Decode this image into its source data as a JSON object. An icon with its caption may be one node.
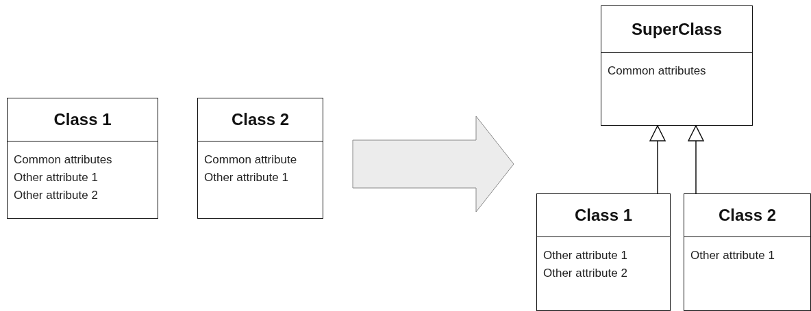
{
  "diagram": {
    "nodes": [
      {
        "text": [
          "Class 1",
          "Common attributes",
          "Other attribute 1",
          "Other attribute 2"
        ]
      },
      {
        "text": [
          "Class 2",
          "Common attribute",
          "Other attribute 1"
        ]
      },
      {
        "text": [
          "SuperClass",
          "Common attributes"
        ]
      },
      {
        "text": [
          "Class 1",
          "Other attribute 1",
          "Other attribute 2"
        ]
      },
      {
        "text": [
          "Class 2",
          "Other attribute 1"
        ]
      }
    ],
    "edges": [
      {
        "from": 1,
        "to": 2,
        "arrow": "to",
        "style": "thick"
      },
      {
        "from": 3,
        "to": 2,
        "arrow": "to"
      },
      {
        "from": 4,
        "to": 2,
        "arrow": "to"
      }
    ]
  }
}
